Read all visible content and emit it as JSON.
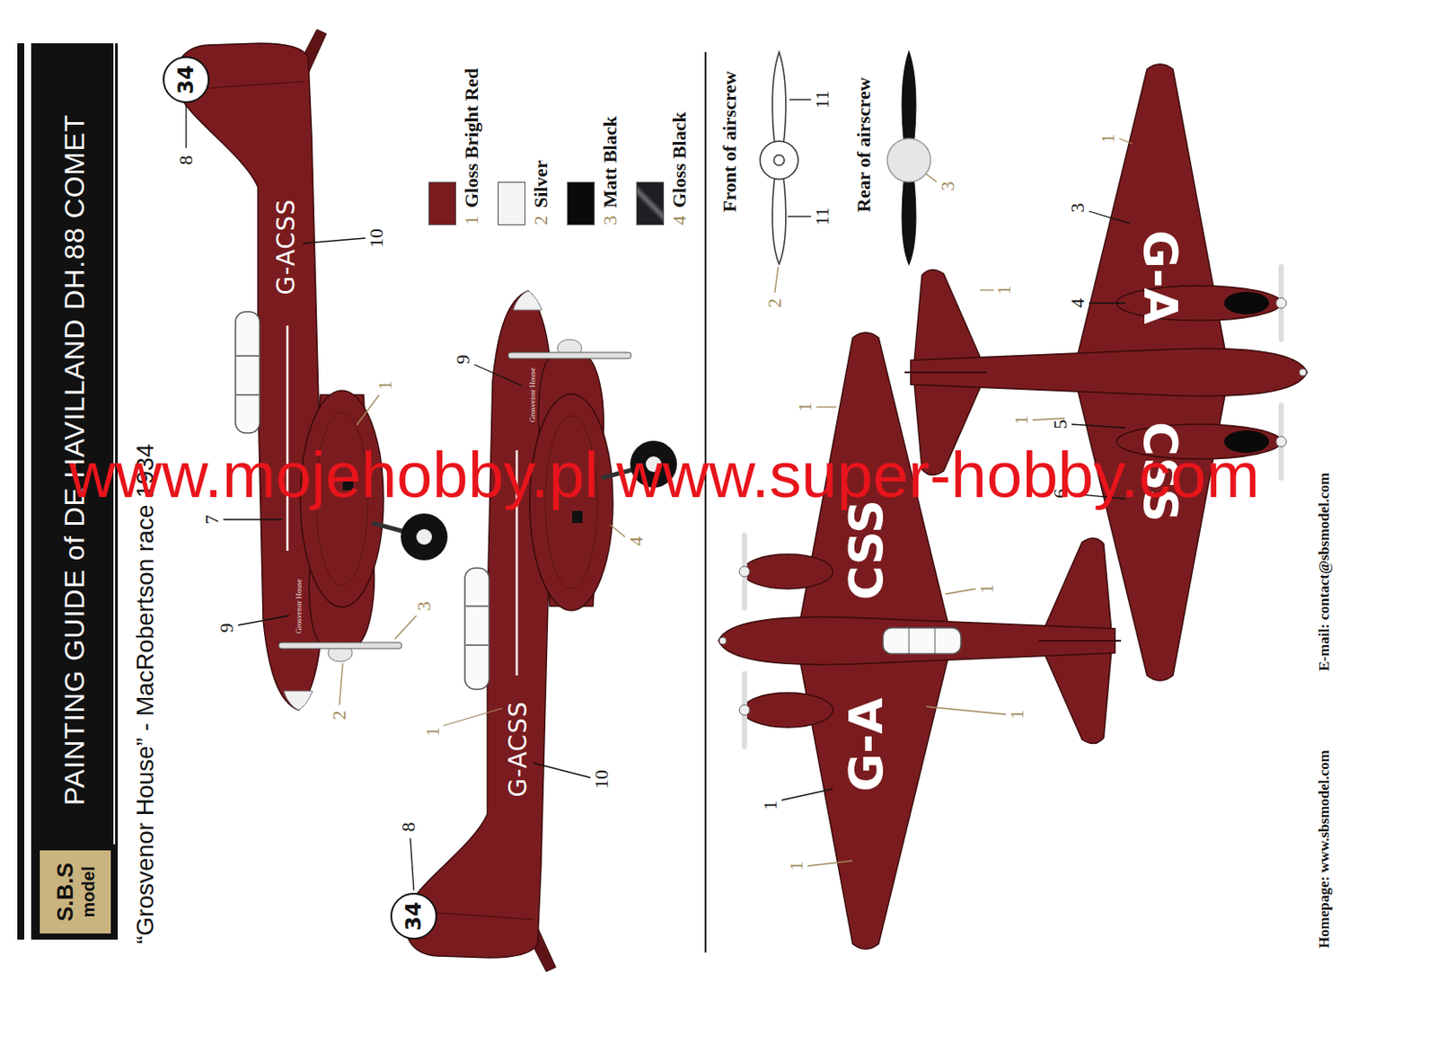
{
  "diagram": {
    "title": "PAINTING GUIDE of DE HAVILLAND DH.88 COMET",
    "caption": "“Grosvenor House” - MacRobertson race 1934",
    "nodes": [
      {
        "text": [
          "S.B.S",
          "model"
        ]
      },
      {
        "text": [
          "34"
        ]
      },
      {
        "text": [
          "34"
        ]
      }
    ],
    "labels": [
      "www.mojehobby.pl www.super-hobby.com",
      "G-ACSS",
      "Grosvenor House",
      "8",
      "10",
      "1",
      "7",
      "9",
      "3",
      "2",
      "G-ACSS",
      "Grosvenor House",
      "8",
      "10",
      "9",
      "1",
      "4",
      "1",
      "2",
      "3",
      "4",
      "Front of airscrew",
      "11",
      "11",
      "2",
      "Rear of airscrew",
      "3",
      "G-A",
      "CSS",
      "1",
      "1",
      "1",
      "1",
      "1",
      "G-A",
      "CSS",
      "3",
      "4",
      "5",
      "6",
      "1",
      "1",
      "1",
      "Homepage: www.sbsmodel.com",
      "E-mail: contact@sbsmodel.com"
    ],
    "legend": [
      {
        "text": "Gloss Bright Red",
        "color": "#7a1c1f"
      },
      {
        "text": "Silver",
        "color": "#f4f4f4"
      },
      {
        "text": "Matt Black",
        "color": "#0a0a0a"
      },
      {
        "text": "Gloss Black",
        "color": "#1e1e24"
      }
    ]
  }
}
